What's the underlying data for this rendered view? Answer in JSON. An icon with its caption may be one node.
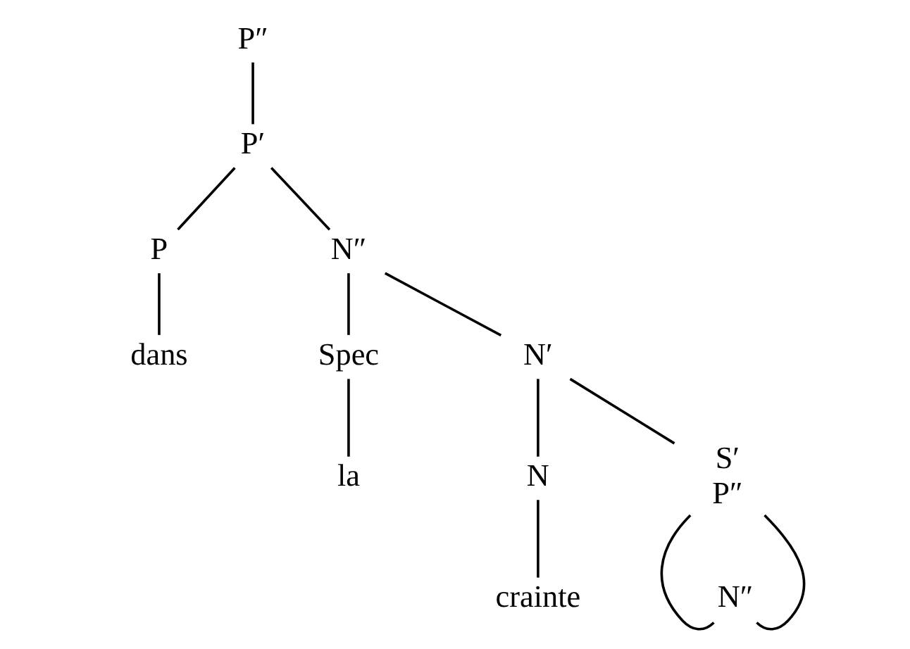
{
  "diagram": {
    "nodes": [
      {
        "text": [
          "P″"
        ]
      },
      {
        "text": [
          "P′"
        ]
      },
      {
        "text": [
          "P"
        ]
      },
      {
        "text": [
          "N″"
        ]
      },
      {
        "text": [
          "dans"
        ]
      },
      {
        "text": [
          "Spec"
        ]
      },
      {
        "text": [
          "la"
        ]
      },
      {
        "text": [
          "N′"
        ]
      },
      {
        "text": [
          "N"
        ]
      },
      {
        "text": [
          "crainte"
        ]
      },
      {
        "text": [
          "S′",
          "P″"
        ]
      },
      {
        "text": [
          "N″"
        ]
      }
    ],
    "edges": [
      {
        "from": 0,
        "to": 1,
        "arrow": "none"
      },
      {
        "from": 1,
        "to": 2,
        "arrow": "none"
      },
      {
        "from": 1,
        "to": 3,
        "arrow": "none"
      },
      {
        "from": 2,
        "to": 4,
        "arrow": "none"
      },
      {
        "from": 3,
        "to": 5,
        "arrow": "none"
      },
      {
        "from": 3,
        "to": 7,
        "arrow": "none"
      },
      {
        "from": 5,
        "to": 6,
        "arrow": "none"
      },
      {
        "from": 7,
        "to": 8,
        "arrow": "none"
      },
      {
        "from": 7,
        "to": 10,
        "arrow": "none"
      },
      {
        "from": 8,
        "to": 9,
        "arrow": "none"
      },
      {
        "from": 10,
        "to": 11,
        "arrow": "none"
      },
      {
        "from": 10,
        "to": 11,
        "arrow": "none"
      }
    ]
  }
}
